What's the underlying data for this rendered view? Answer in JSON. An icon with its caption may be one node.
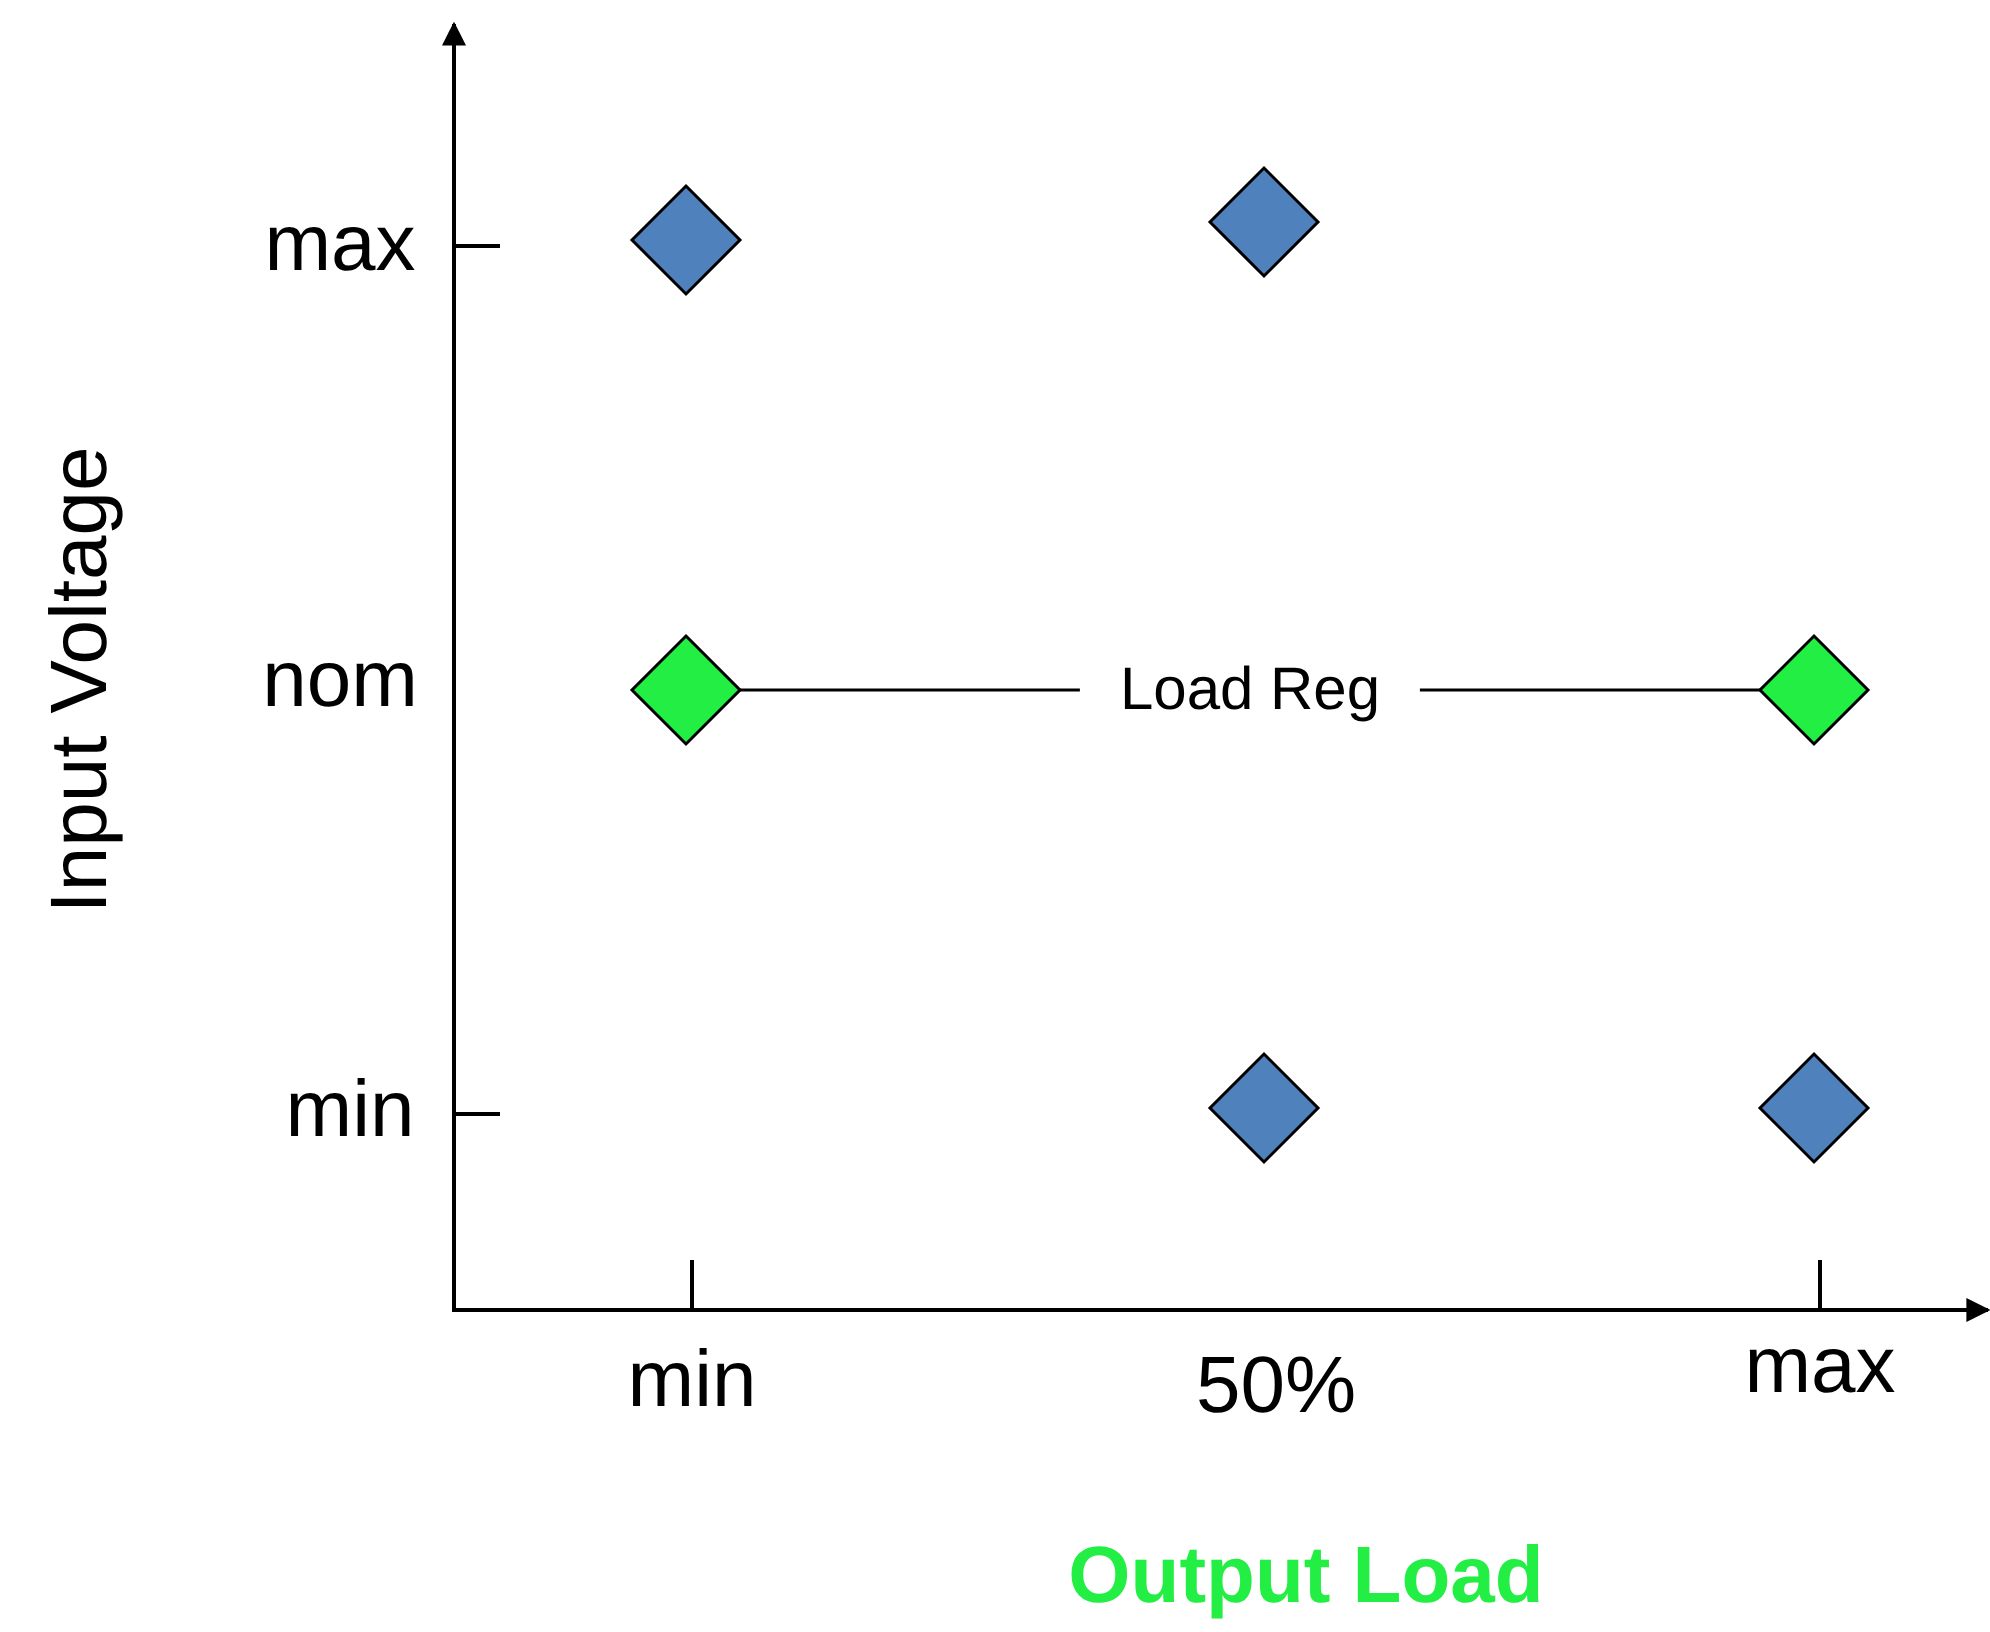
{
  "diagram": {
    "nodes": [
      {
        "text": [],
        "shape": "diamond"
      },
      {
        "text": [],
        "shape": "diamond"
      },
      {
        "text": [],
        "shape": "diamond"
      },
      {
        "text": [],
        "shape": "diamond"
      },
      {
        "text": [],
        "shape": "diamond"
      },
      {
        "text": [],
        "shape": "diamond"
      }
    ],
    "edges": [
      {
        "from": 2,
        "to": 3,
        "arrow": "none",
        "label": "Load Reg"
      }
    ],
    "labels": [
      "max",
      "nom",
      "min",
      "Input Voltage",
      "min",
      "50%",
      "max",
      "Output Load"
    ]
  }
}
